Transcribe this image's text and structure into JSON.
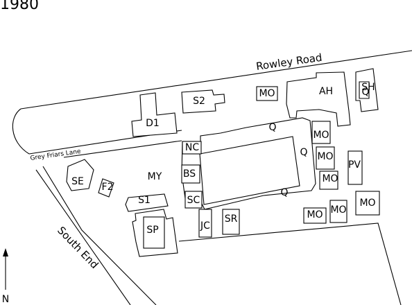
{
  "year": "1980",
  "roads": {
    "rowley_road": "Rowley Road",
    "grey_friars_lane": "Grey Friars Lane",
    "south_end": "South End"
  },
  "north_label": "N",
  "buildings": {
    "d1": "D1",
    "s2": "S2",
    "mo_top": "MO",
    "ah": "AH",
    "sh": "SH",
    "q_small": "Q",
    "q_north": "Q",
    "q_east": "Q",
    "q_south": "Q",
    "nc": "NC",
    "bs": "BS",
    "sc": "SC",
    "se": "SE",
    "f2": "F2",
    "my": "MY",
    "s1": "S1",
    "sp": "SP",
    "jc": "JC",
    "sr": "SR",
    "mo_e1": "MO",
    "mo_e2": "MO",
    "mo_e3": "MO",
    "pv": "PV",
    "mo_s1": "MO",
    "mo_s2": "MO",
    "mo_s3": "MO"
  }
}
